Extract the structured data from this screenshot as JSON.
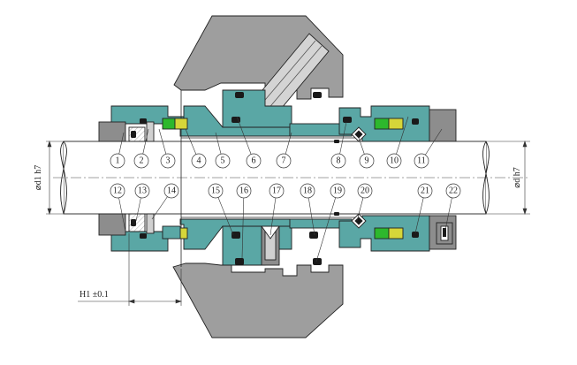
{
  "drawing": {
    "callouts": [
      "1",
      "2",
      "3",
      "4",
      "5",
      "6",
      "7",
      "8",
      "9",
      "10",
      "11",
      "12",
      "13",
      "14",
      "15",
      "16",
      "17",
      "18",
      "19",
      "20",
      "21",
      "22"
    ],
    "dimensions": {
      "left_diameter": "⌀d1 h7",
      "right_diameter": "⌀d h7",
      "length": "H1 ±0.1"
    },
    "colors": {
      "housing": "#9e9e9e",
      "seal_face": "#5aa7a5",
      "o_ring": "#1a1a1a",
      "spring_green": "#2db82d",
      "spring_yellow": "#d6d639",
      "shaft": "#ffffff"
    }
  }
}
